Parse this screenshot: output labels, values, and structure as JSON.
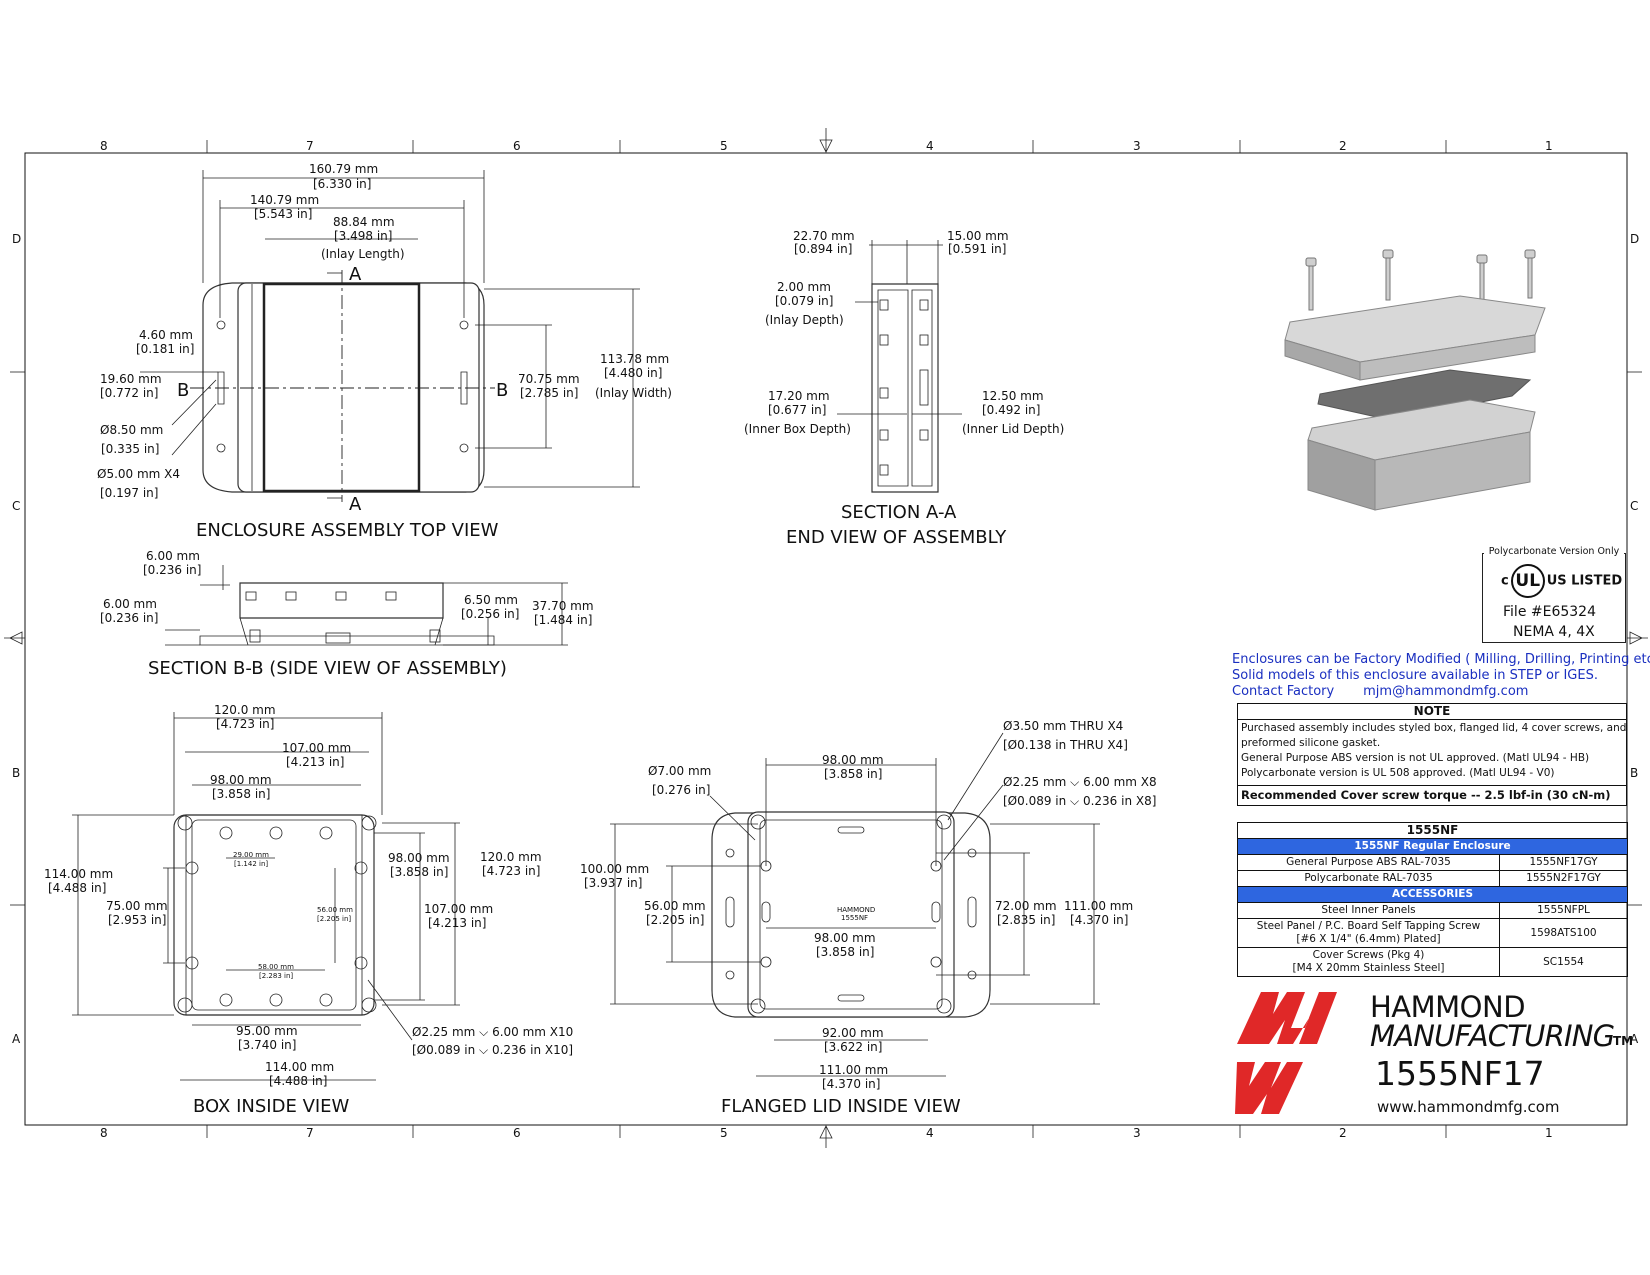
{
  "zones": {
    "columns": [
      "8",
      "7",
      "6",
      "5",
      "4",
      "3",
      "2",
      "1"
    ],
    "rows": [
      "D",
      "C",
      "B",
      "A"
    ]
  },
  "top_view": {
    "title": "ENCLOSURE ASSEMBLY TOP VIEW",
    "d1_mm": "160.79 mm",
    "d1_in": "[6.330 in]",
    "d2_mm": "140.79 mm",
    "d2_in": "[5.543 in]",
    "d3_mm": "88.84 mm",
    "d3_in": "[3.498 in]",
    "d3_note": "(Inlay Length)",
    "d4_mm": "4.60 mm",
    "d4_in": "[0.181 in]",
    "d5_mm": "19.60 mm",
    "d5_in": "[0.772 in]",
    "d6_mm": "Ø8.50 mm",
    "d6_in": "[0.335 in]",
    "d7_mm": "Ø5.00 mm X4",
    "d7_in": "[0.197 in]",
    "d8_mm": "70.75 mm",
    "d8_in": "[2.785 in]",
    "d9_mm": "113.78 mm",
    "d9_in": "[4.480 in]",
    "d9_note": "(Inlay Width)",
    "sec_a": "A",
    "sec_b": "B"
  },
  "section_aa": {
    "title1": "SECTION A-A",
    "title2": "END VIEW OF ASSEMBLY",
    "d1_mm": "22.70 mm",
    "d1_in": "[0.894 in]",
    "d2_mm": "15.00 mm",
    "d2_in": "[0.591 in]",
    "d3_mm": "2.00 mm",
    "d3_in": "[0.079 in]",
    "d3_note": "(Inlay Depth)",
    "d4_mm": "17.20 mm",
    "d4_in": "[0.677 in]",
    "d4_note": "(Inner Box Depth)",
    "d5_mm": "12.50 mm",
    "d5_in": "[0.492 in]",
    "d5_note": "(Inner Lid Depth)"
  },
  "section_bb": {
    "title": "SECTION B-B (SIDE VIEW OF ASSEMBLY)",
    "d1_mm": "6.00 mm",
    "d1_in": "[0.236 in]",
    "d2_mm": "6.00 mm",
    "d2_in": "[0.236 in]",
    "d3_mm": "6.50 mm",
    "d3_in": "[0.256 in]",
    "d4_mm": "37.70 mm",
    "d4_in": "[1.484 in]"
  },
  "box_inside": {
    "title": "BOX INSIDE VIEW",
    "d1_mm": "120.0 mm",
    "d1_in": "[4.723 in]",
    "d2_mm": "107.00 mm",
    "d2_in": "[4.213 in]",
    "d3_mm": "98.00 mm",
    "d3_in": "[3.858 in]",
    "d4_mm": "114.00 mm",
    "d4_in": "[4.488 in]",
    "d5_mm": "75.00 mm",
    "d5_in": "[2.953 in]",
    "d6_mm": "98.00 mm",
    "d6_in": "[3.858 in]",
    "d7_mm": "120.0 mm",
    "d7_in": "[4.723 in]",
    "d8_mm": "107.00 mm",
    "d8_in": "[4.213 in]",
    "d9_mm": "95.00 mm",
    "d9_in": "[3.740 in]",
    "d10_mm": "114.00 mm",
    "d10_in": "[4.488 in]",
    "hole_mm": "Ø2.25 mm ⌵ 6.00 mm X10",
    "hole_in": "[Ø0.089 in ⌵ 0.236 in X10]",
    "inner_a_mm": "29.00 mm",
    "inner_a_in": "[1.142 in]",
    "inner_b_mm": "56.00 mm",
    "inner_b_in": "[2.205 in]",
    "inner_c_mm": "58.00 mm",
    "inner_c_in": "[2.283 in]"
  },
  "lid_inside": {
    "title": "FLANGED LID INSIDE VIEW",
    "thru_mm": "Ø3.50 mm THRU X4",
    "thru_in": "[Ø0.138 in THRU X4]",
    "hole_mm": "Ø2.25 mm ⌵ 6.00 mm X8",
    "hole_in": "[Ø0.089 in ⌵ 0.236 in X8]",
    "d1_mm": "Ø7.00 mm",
    "d1_in": "[0.276 in]",
    "d2_mm": "98.00 mm",
    "d2_in": "[3.858 in]",
    "d3_mm": "100.00 mm",
    "d3_in": "[3.937 in]",
    "d4_mm": "56.00 mm",
    "d4_in": "[2.205 in]",
    "d5_mm": "98.00 mm",
    "d5_in": "[3.858 in]",
    "d6_mm": "72.00 mm",
    "d6_in": "[2.835 in]",
    "d7_mm": "111.00 mm",
    "d7_in": "[4.370 in]",
    "d8_mm": "92.00 mm",
    "d8_in": "[3.622 in]",
    "d9_mm": "111.00 mm",
    "d9_in": "[4.370 in]",
    "logo1": "HAMMOND",
    "logo2": "1555NF"
  },
  "ul_box": {
    "caption": "Polycarbonate Version Only",
    "mark_c": "c",
    "mark_ul": "UL",
    "mark_listed": "US LISTED",
    "file": "File #E65324",
    "nema": "NEMA 4, 4X"
  },
  "links": {
    "line1": "Enclosures can be Factory Modified ( Milling, Drilling, Printing etc. )",
    "line2": "Solid models of this enclosure available in STEP or IGES.",
    "contact_label": "Contact Factory",
    "email": "mjm@hammondmfg.com"
  },
  "note": {
    "header": "NOTE",
    "l1": "Purchased  assembly includes styled box, flanged lid, 4 cover screws, and",
    "l2": "preformed silicone gasket.",
    "l3": "General Purpose ABS version is not UL approved. (Matl UL94 - HB)",
    "l4": "Polycarbonate version is UL 508 approved. (Matl UL94 - V0)",
    "recommend": "Recommended Cover screw torque -- 2.5 lbf-in (30 cN-m)"
  },
  "parts_table": {
    "header": "1555NF",
    "regular_header": "1555NF Regular Enclosure",
    "row1_desc": "General Purpose ABS RAL-7035",
    "row1_code": "1555NF17GY",
    "row2_desc": "Polycarbonate RAL-7035",
    "row2_code": "1555N2F17GY",
    "acc_header": "ACCESSORIES",
    "row3_desc": "Steel Inner Panels",
    "row3_code": "1555NFPL",
    "row4_desc1": "Steel Panel / P.C. Board Self Tapping Screw",
    "row4_desc2": "[#6 X 1/4\" (6.4mm) Plated]",
    "row4_code": "1598ATS100",
    "row5_desc1": "Cover Screws (Pkg 4)",
    "row5_desc2": "[M4 X 20mm Stainless Steel]",
    "row5_code": "SC1554"
  },
  "brand": {
    "name1": "HAMMOND",
    "name2": "MANUFACTURING",
    "tm": "TM",
    "part_number": "1555NF17",
    "website": "www.hammondmfg.com",
    "logo_color": "#e02828"
  }
}
